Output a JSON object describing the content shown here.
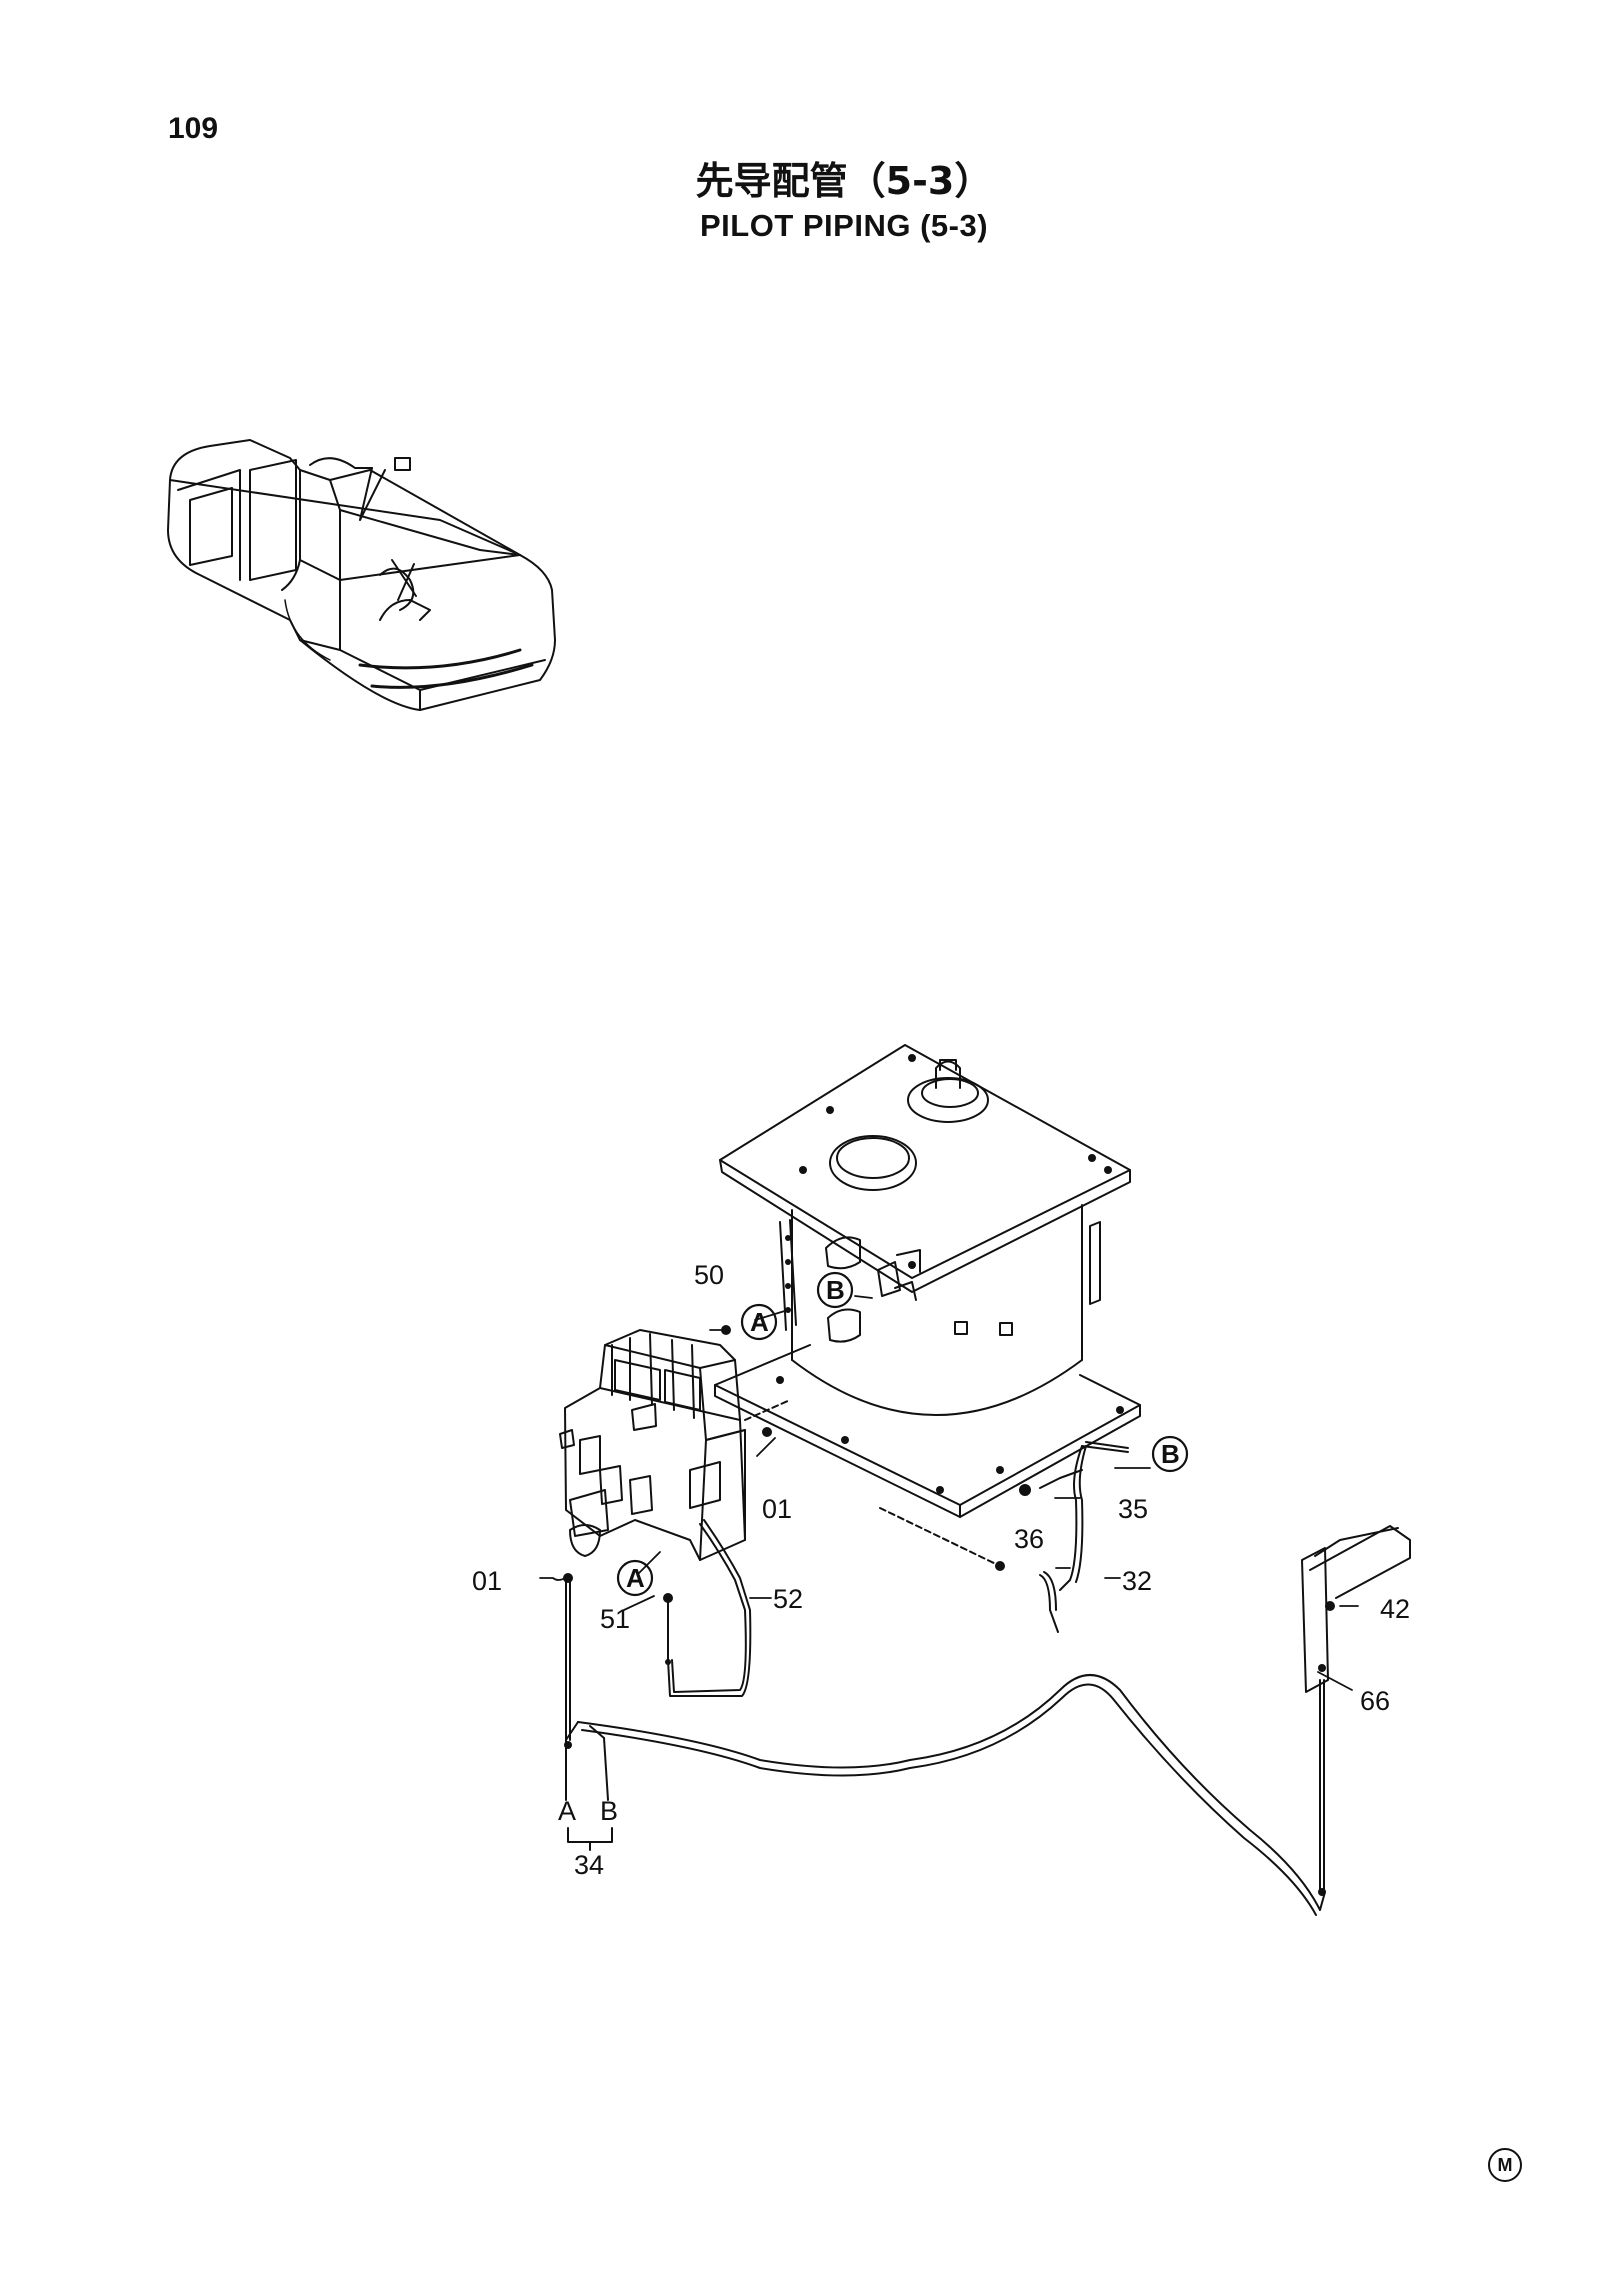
{
  "page_number": "109",
  "title_cn": "先导配管（5-3）",
  "title_en": "PILOT  PIPING (5-3)",
  "callouts": {
    "p50": "50",
    "p01a": "01",
    "p01b": "01",
    "p51": "51",
    "p52": "52",
    "p36": "36",
    "p35": "35",
    "p32": "32",
    "p42": "42",
    "p66": "66",
    "p34": "34",
    "end_a": "A",
    "end_b": "B"
  },
  "connectors": {
    "a1": "A",
    "a2": "A",
    "b1": "B",
    "b2": "B"
  },
  "corner_mark": "M"
}
